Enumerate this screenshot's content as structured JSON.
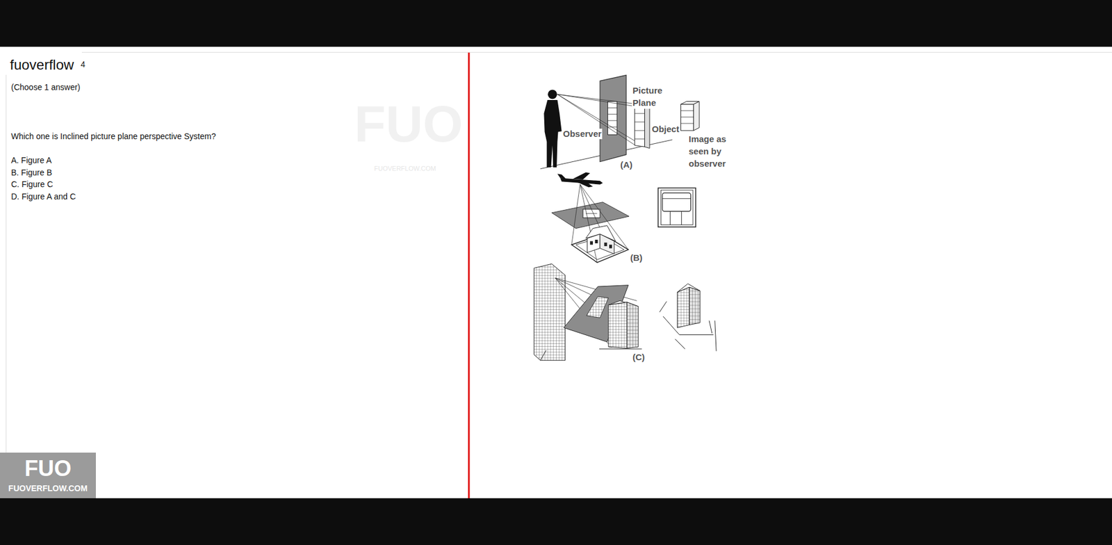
{
  "diagram": {
    "labels": [
      "fuoverflow",
      "4",
      "(Choose 1 answer)",
      "Which one is Inclined picture plane perspective System?",
      "A. Figure A",
      "B. Figure B",
      "C. Figure C",
      "D. Figure A and C",
      "FUO",
      "FUOVERFLOW.COM",
      "Picture Plane",
      "Observer",
      "Object",
      "Image as seen by observer",
      "(A)",
      "(B)",
      "(C)",
      "FUO",
      "FUOVERFLOW.COM"
    ]
  }
}
